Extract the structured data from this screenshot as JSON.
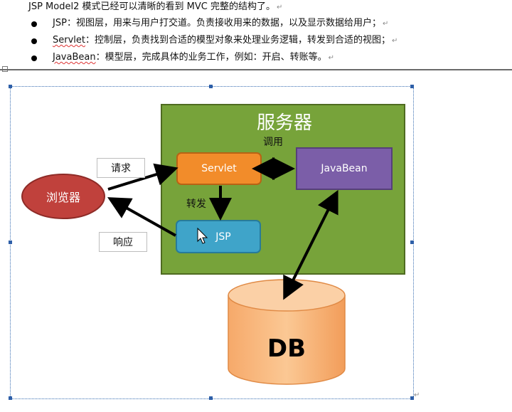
{
  "document": {
    "intro": "JSP Model2 模式已经可以清晰的看到 MVC 完整的结构了。",
    "bullets": [
      {
        "term": "JSP",
        "text": "：视图层，用来与用户打交道。负责接收用来的数据，以及显示数据给用户；"
      },
      {
        "term": "Servlet",
        "text": "：控制层，负责找到合适的模型对象来处理业务逻辑，转发到合适的视图；"
      },
      {
        "term": "JavaBean",
        "text": "：模型层，完成具体的业务工作，例如：开启、转账等。"
      }
    ],
    "paragraph_mark": "↵"
  },
  "diagram": {
    "server_title": "服务器",
    "browser": "浏览器",
    "servlet": "Servlet",
    "javabean": "JavaBean",
    "jsp": "JSP",
    "db": "DB",
    "request_label": "请求",
    "response_label": "响应",
    "invoke_label": "调用",
    "forward_label": "转发",
    "colors": {
      "server_bg": "#77a33a",
      "browser": "#c0413c",
      "servlet": "#f28c2a",
      "javabean": "#7b5ea8",
      "jsp": "#3fa4c9",
      "db": "#f7b77a"
    }
  }
}
